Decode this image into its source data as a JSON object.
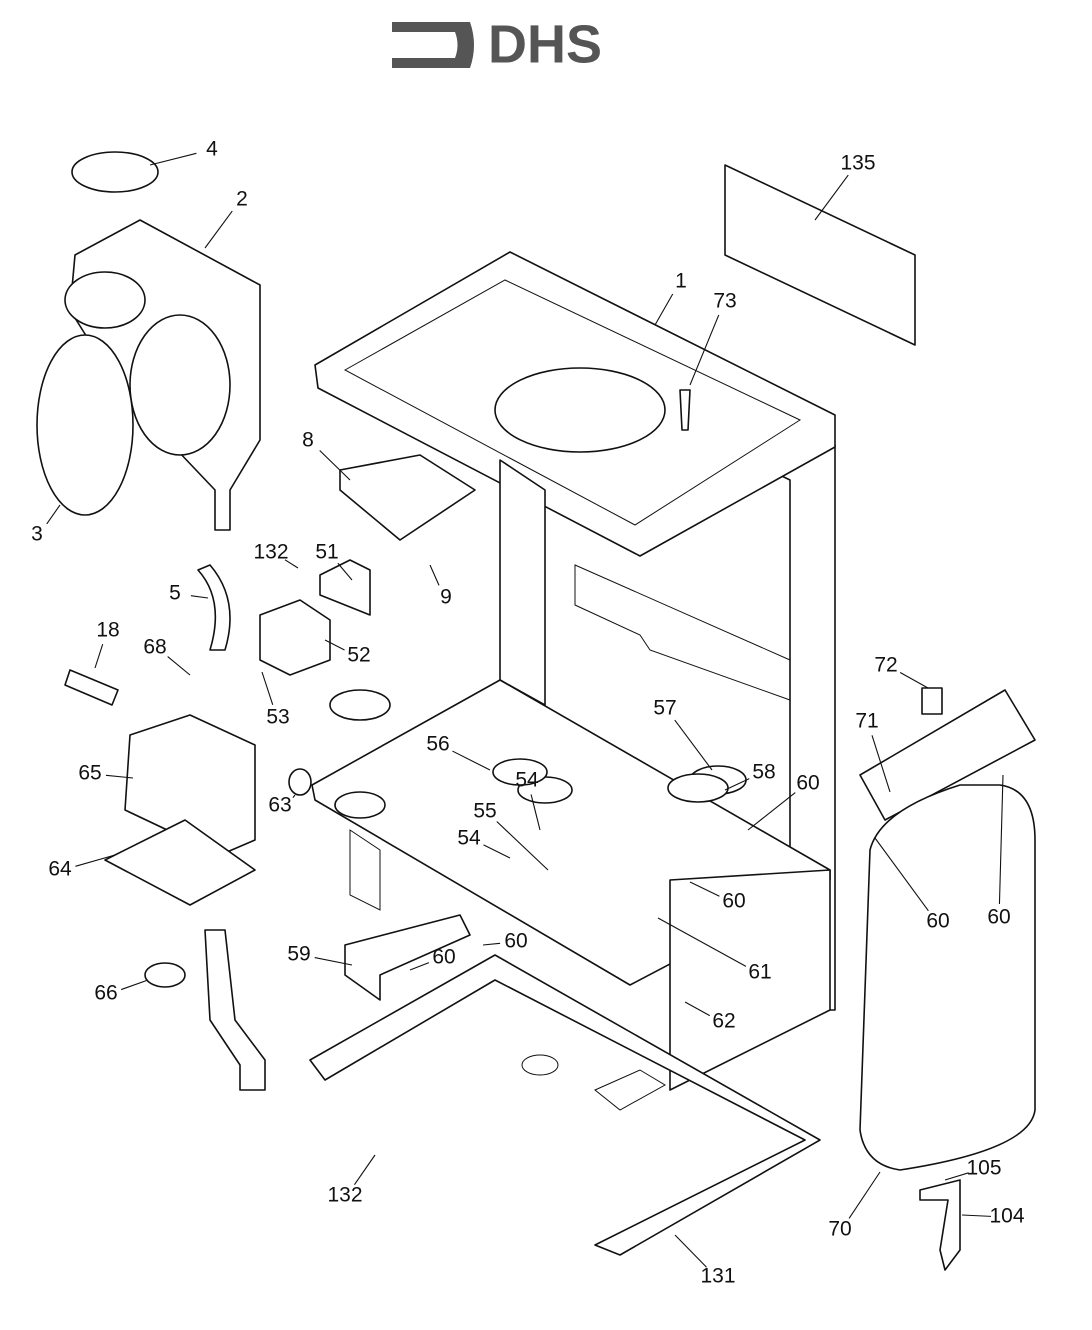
{
  "logo": {
    "text": "DHS"
  },
  "part_labels": [
    "4",
    "2",
    "3",
    "1",
    "73",
    "135",
    "8",
    "51",
    "132",
    "9",
    "5",
    "52",
    "18",
    "68",
    "53",
    "56",
    "57",
    "58",
    "60",
    "65",
    "63",
    "54",
    "55",
    "54",
    "64",
    "60",
    "60",
    "60",
    "61",
    "59",
    "60",
    "60",
    "62",
    "66",
    "72",
    "71",
    "105",
    "104",
    "70",
    "132",
    "131"
  ]
}
